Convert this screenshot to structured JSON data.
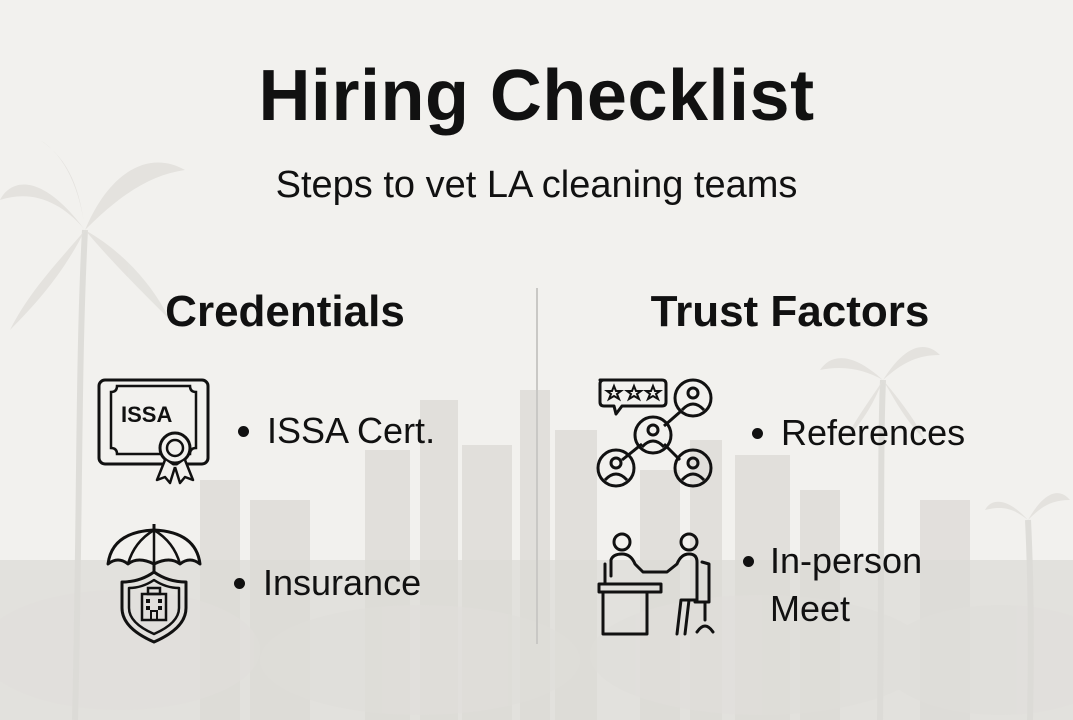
{
  "header": {
    "title": "Hiring Checklist",
    "subtitle": "Steps to vet LA cleaning teams"
  },
  "columns": [
    {
      "heading": "Credentials",
      "items": [
        {
          "label": "ISSA Cert.",
          "icon": "certificate-icon",
          "icon_text": "ISSA"
        },
        {
          "label": "Insurance",
          "icon": "insurance-umbrella-shield-icon"
        }
      ]
    },
    {
      "heading": "Trust Factors",
      "items": [
        {
          "label": "References",
          "icon": "references-network-icon"
        },
        {
          "label_line1": "In-person",
          "label_line2": "Meet",
          "icon": "interview-meeting-icon"
        }
      ]
    }
  ],
  "colors": {
    "background": "#f2f1ee",
    "text": "#111111",
    "divider": "#c9c8c5",
    "skyline": "#d9d7d3"
  }
}
